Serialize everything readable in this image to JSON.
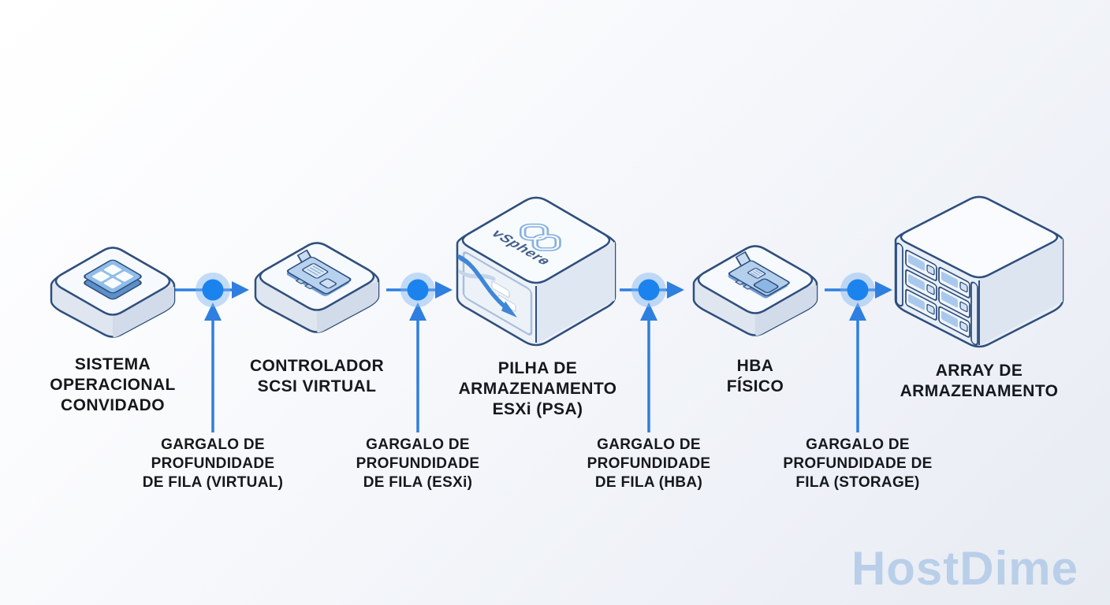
{
  "diagram": {
    "nodes": [
      {
        "id": "guest-os",
        "label_lines": [
          "SISTEMA",
          "OPERACIONAL",
          "CONVIDADO"
        ]
      },
      {
        "id": "virtual-scsi-controller",
        "label_lines": [
          "CONTROLADOR",
          "SCSI VIRTUAL"
        ]
      },
      {
        "id": "esxi-storage-stack",
        "label_lines": [
          "PILHA DE",
          "ARMAZENAMENTO",
          "ESXi (PSA)"
        ],
        "brand": "vSphere"
      },
      {
        "id": "physical-hba",
        "label_lines": [
          "HBA",
          "FÍSICO"
        ]
      },
      {
        "id": "storage-array",
        "label_lines": [
          "ARRAY DE",
          "ARMAZENAMENTO"
        ]
      }
    ],
    "bottlenecks": [
      {
        "id": "virtual",
        "label_lines": [
          "GARGALO DE",
          "PROFUNDIDADE",
          "DE FILA (VIRTUAL)"
        ]
      },
      {
        "id": "esxi",
        "label_lines": [
          "GARGALO DE",
          "PROFUNDIDADE",
          "DE FILA (ESXi)"
        ]
      },
      {
        "id": "hba",
        "label_lines": [
          "GARGALO DE",
          "PROFUNDIDADE",
          "DE FILA (HBA)"
        ]
      },
      {
        "id": "storage",
        "label_lines": [
          "GARGALO DE",
          "PROFUNDIDADE DE",
          "FILA (STORAGE)"
        ]
      }
    ],
    "watermark": "HostDime",
    "colors": {
      "accent_blue": "#1b83ee",
      "line_blue": "#2e7fe0",
      "outline_navy": "#2f4f7d",
      "watermark_blue": "#b9cfe9",
      "text_dark": "#15181d"
    }
  }
}
